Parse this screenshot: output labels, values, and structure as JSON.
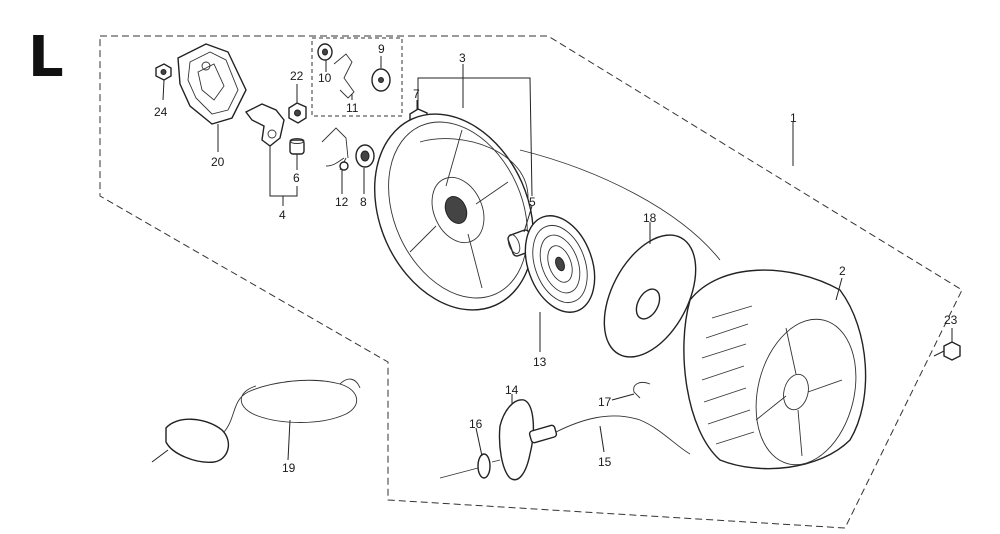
{
  "section_letter": "L",
  "callouts": {
    "c1": "1",
    "c2": "2",
    "c3": "3",
    "c4": "4",
    "c5": "5",
    "c6": "6",
    "c7": "7",
    "c8": "8",
    "c9": "9",
    "c10": "10",
    "c11": "11",
    "c12": "12",
    "c13": "13",
    "c14": "14",
    "c15": "15",
    "c16": "16",
    "c17": "17",
    "c18": "18",
    "c19": "19",
    "c20": "20",
    "c22": "22",
    "c23": "23",
    "c24": "24"
  }
}
